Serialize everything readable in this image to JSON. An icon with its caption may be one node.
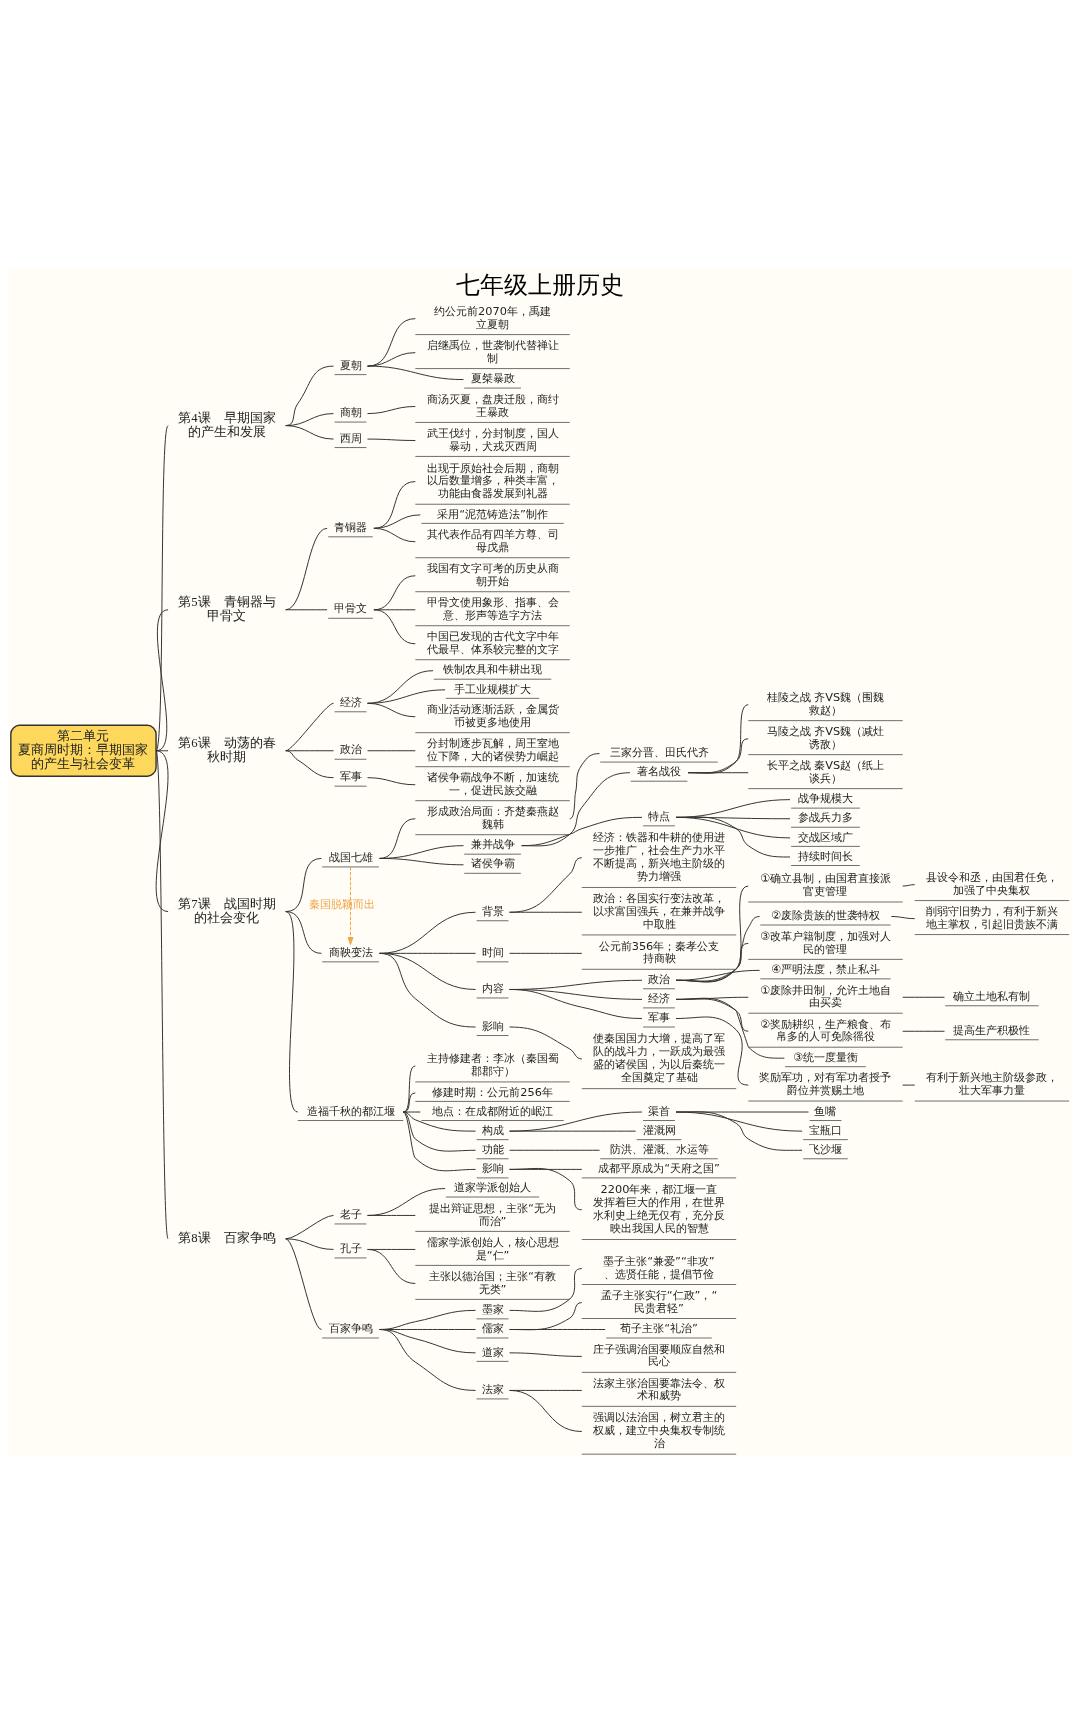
{
  "diagram": {
    "title": "七年级上册历史",
    "nodes": [
      {
        "text": [
          "第二单元",
          "夏商周时期：早期国家的产生与社会变革"
        ]
      },
      {
        "text": [
          "第4课　早期国家的产生和发展"
        ]
      },
      {
        "text": [
          "夏朝"
        ]
      },
      {
        "text": [
          "约公元前2070年，禹建立夏朝"
        ]
      },
      {
        "text": [
          "启继禹位，世袭制代替禅让制"
        ]
      },
      {
        "text": [
          "夏桀暴政"
        ]
      },
      {
        "text": [
          "商朝"
        ]
      },
      {
        "text": [
          "商汤灭夏，盘庚迁殷，商纣王暴政"
        ]
      },
      {
        "text": [
          "西周"
        ]
      },
      {
        "text": [
          "武王伐纣，分封制度，国人暴动，犬戎灭西周"
        ]
      },
      {
        "text": [
          "第5课　青铜器与甲骨文"
        ]
      },
      {
        "text": [
          "青铜器"
        ]
      },
      {
        "text": [
          "出现于原始社会后期，商朝以后数量增多，种类丰富，功能由食器发展到礼器"
        ]
      },
      {
        "text": [
          "采用“泥范铸造法”制作"
        ]
      },
      {
        "text": [
          "其代表作品有四羊方尊、司母戊鼎"
        ]
      },
      {
        "text": [
          "甲骨文"
        ]
      },
      {
        "text": [
          "我国有文字可考的历史从商朝开始"
        ]
      },
      {
        "text": [
          "甲骨文使用象形、指事、会意、形声等造字方法"
        ]
      },
      {
        "text": [
          "中国已发现的古代文字中年代最早、体系较完整的文字"
        ]
      },
      {
        "text": [
          "第6课　动荡的春秋时期"
        ]
      },
      {
        "text": [
          "经济"
        ]
      },
      {
        "text": [
          "铁制农具和牛耕出现"
        ]
      },
      {
        "text": [
          "手工业规模扩大"
        ]
      },
      {
        "text": [
          "商业活动逐渐活跃，金属货币被更多地使用"
        ]
      },
      {
        "text": [
          "政治"
        ]
      },
      {
        "text": [
          "分封制逐步瓦解，周王室地位下降，大的诸侯势力崛起"
        ]
      },
      {
        "text": [
          "军事"
        ]
      },
      {
        "text": [
          "诸侯争霸战争不断，加速统一，促进民族交融"
        ]
      },
      {
        "text": [
          "第7课　战国时期的社会变化"
        ]
      },
      {
        "text": [
          "战国七雄"
        ]
      },
      {
        "text": [
          "形成政治局面：齐楚秦燕赵魏韩"
        ]
      },
      {
        "text": [
          "三家分晋、田氏代齐"
        ]
      },
      {
        "text": [
          "兼并战争"
        ]
      },
      {
        "text": [
          "著名战役"
        ]
      },
      {
        "text": [
          "桂陵之战 齐VS魏（围魏救赵）"
        ]
      },
      {
        "text": [
          "马陵之战 齐VS魏（减灶诱敌）"
        ]
      },
      {
        "text": [
          "长平之战 秦VS赵（纸上谈兵）"
        ]
      },
      {
        "text": [
          "特点"
        ]
      },
      {
        "text": [
          "战争规模大"
        ]
      },
      {
        "text": [
          "参战兵力多"
        ]
      },
      {
        "text": [
          "交战区域广"
        ]
      },
      {
        "text": [
          "持续时间长"
        ]
      },
      {
        "text": [
          "诸侯争霸"
        ]
      },
      {
        "text": [
          "商鞅变法"
        ]
      },
      {
        "text": [
          "背景"
        ]
      },
      {
        "text": [
          "经济：铁器和牛耕的使用进一步推广，社会生产力水平不断提高，新兴地主阶级的势力增强"
        ]
      },
      {
        "text": [
          "政治：各国实行变法改革，以求富国强兵，在兼并战争中取胜"
        ]
      },
      {
        "text": [
          "时间"
        ]
      },
      {
        "text": [
          "公元前356年；秦孝公支持商鞅"
        ]
      },
      {
        "text": [
          "内容"
        ]
      },
      {
        "text": [
          "政治"
        ]
      },
      {
        "text": [
          "①确立县制，由国君直接派官吏管理"
        ]
      },
      {
        "text": [
          "县设令和丞，由国君任免，加强了中央集权"
        ]
      },
      {
        "text": [
          "②废除贵族的世袭特权"
        ]
      },
      {
        "text": [
          "削弱守旧势力，有利于新兴地主掌权，引起旧贵族不满"
        ]
      },
      {
        "text": [
          "③改革户籍制度，加强对人民的管理"
        ]
      },
      {
        "text": [
          "④严明法度，禁止私斗"
        ]
      },
      {
        "text": [
          "经济"
        ]
      },
      {
        "text": [
          "①废除井田制，允许土地自由买卖"
        ]
      },
      {
        "text": [
          "确立土地私有制"
        ]
      },
      {
        "text": [
          "②奖励耕织，生产粮食、布帛多的人可免除徭役"
        ]
      },
      {
        "text": [
          "提高生产积极性"
        ]
      },
      {
        "text": [
          "③统一度量衡"
        ]
      },
      {
        "text": [
          "军事"
        ]
      },
      {
        "text": [
          "奖励军功，对有军功者授予爵位并赏赐土地"
        ]
      },
      {
        "text": [
          "有利于新兴地主阶级参政，壮大军事力量"
        ]
      },
      {
        "text": [
          "影响"
        ]
      },
      {
        "text": [
          "使秦国国力大增，提高了军队的战斗力，一跃成为最强盛的诸侯国，为以后秦统一全国奠定了基础"
        ]
      },
      {
        "text": [
          "造福千秋的都江堰"
        ]
      },
      {
        "text": [
          "主持修建者：李冰（秦国蜀郡郡守）"
        ]
      },
      {
        "text": [
          "修建时期：公元前256年"
        ]
      },
      {
        "text": [
          "地点：在成都附近的岷江"
        ]
      },
      {
        "text": [
          "构成"
        ]
      },
      {
        "text": [
          "渠首"
        ]
      },
      {
        "text": [
          "鱼嘴"
        ]
      },
      {
        "text": [
          "宝瓶口"
        ]
      },
      {
        "text": [
          "飞沙堰"
        ]
      },
      {
        "text": [
          "灌溉网"
        ]
      },
      {
        "text": [
          "功能"
        ]
      },
      {
        "text": [
          "防洪、灌溉、水运等"
        ]
      },
      {
        "text": [
          "影响"
        ]
      },
      {
        "text": [
          "成都平原成为“天府之国”"
        ]
      },
      {
        "text": [
          "2200年来，都江堰一直发挥着巨大的作用，在世界水利史上绝无仅有，充分反映出我国人民的智慧"
        ]
      },
      {
        "text": [
          "第8课　百家争鸣"
        ]
      },
      {
        "text": [
          "老子"
        ]
      },
      {
        "text": [
          "道家学派创始人"
        ]
      },
      {
        "text": [
          "提出辩证思想，主张“无为而治”"
        ]
      },
      {
        "text": [
          "孔子"
        ]
      },
      {
        "text": [
          "儒家学派创始人，核心思想是“仁”"
        ]
      },
      {
        "text": [
          "主张以德治国；主张“有教无类”"
        ]
      },
      {
        "text": [
          "百家争鸣"
        ]
      },
      {
        "text": [
          "墨家"
        ]
      },
      {
        "text": [
          "墨子主张“兼爱”“非攻”、选贤任能，提倡节俭"
        ]
      },
      {
        "text": [
          "儒家"
        ]
      },
      {
        "text": [
          "孟子主张实行“仁政”，“民贵君轻”"
        ]
      },
      {
        "text": [
          "荀子主张“礼治”"
        ]
      },
      {
        "text": [
          "道家"
        ]
      },
      {
        "text": [
          "庄子强调治国要顺应自然和民心"
        ]
      },
      {
        "text": [
          "法家"
        ]
      },
      {
        "text": [
          "法家主张治国要靠法令、权术和威势"
        ]
      },
      {
        "text": [
          "强调以法治国，树立君主的权威，建立中央集权专制统治"
        ]
      }
    ],
    "edges": [
      {
        "from": 0,
        "to": 1,
        "arrow": "none"
      },
      {
        "from": 1,
        "to": 2,
        "arrow": "none"
      },
      {
        "from": 2,
        "to": 3,
        "arrow": "none"
      },
      {
        "from": 2,
        "to": 4,
        "arrow": "none"
      },
      {
        "from": 2,
        "to": 5,
        "arrow": "none"
      },
      {
        "from": 1,
        "to": 6,
        "arrow": "none"
      },
      {
        "from": 6,
        "to": 7,
        "arrow": "none"
      },
      {
        "from": 1,
        "to": 8,
        "arrow": "none"
      },
      {
        "from": 8,
        "to": 9,
        "arrow": "none"
      },
      {
        "from": 0,
        "to": 10,
        "arrow": "none"
      },
      {
        "from": 10,
        "to": 11,
        "arrow": "none"
      },
      {
        "from": 11,
        "to": 12,
        "arrow": "none"
      },
      {
        "from": 11,
        "to": 13,
        "arrow": "none"
      },
      {
        "from": 11,
        "to": 14,
        "arrow": "none"
      },
      {
        "from": 10,
        "to": 15,
        "arrow": "none"
      },
      {
        "from": 15,
        "to": 16,
        "arrow": "none"
      },
      {
        "from": 15,
        "to": 17,
        "arrow": "none"
      },
      {
        "from": 15,
        "to": 18,
        "arrow": "none"
      },
      {
        "from": 0,
        "to": 19,
        "arrow": "none"
      },
      {
        "from": 19,
        "to": 20,
        "arrow": "none"
      },
      {
        "from": 20,
        "to": 21,
        "arrow": "none"
      },
      {
        "from": 20,
        "to": 22,
        "arrow": "none"
      },
      {
        "from": 20,
        "to": 23,
        "arrow": "none"
      },
      {
        "from": 19,
        "to": 24,
        "arrow": "none"
      },
      {
        "from": 24,
        "to": 25,
        "arrow": "none"
      },
      {
        "from": 19,
        "to": 26,
        "arrow": "none"
      },
      {
        "from": 26,
        "to": 27,
        "arrow": "none"
      },
      {
        "from": 0,
        "to": 28,
        "arrow": "none"
      },
      {
        "from": 28,
        "to": 29,
        "arrow": "none"
      },
      {
        "from": 29,
        "to": 30,
        "arrow": "none"
      },
      {
        "from": 30,
        "to": 31,
        "arrow": "none"
      },
      {
        "from": 29,
        "to": 32,
        "arrow": "none"
      },
      {
        "from": 32,
        "to": 33,
        "arrow": "none"
      },
      {
        "from": 33,
        "to": 34,
        "arrow": "none"
      },
      {
        "from": 33,
        "to": 35,
        "arrow": "none"
      },
      {
        "from": 33,
        "to": 36,
        "arrow": "none"
      },
      {
        "from": 32,
        "to": 37,
        "arrow": "none"
      },
      {
        "from": 37,
        "to": 38,
        "arrow": "none"
      },
      {
        "from": 37,
        "to": 39,
        "arrow": "none"
      },
      {
        "from": 37,
        "to": 40,
        "arrow": "none"
      },
      {
        "from": 37,
        "to": 41,
        "arrow": "none"
      },
      {
        "from": 29,
        "to": 42,
        "arrow": "none"
      },
      {
        "from": 28,
        "to": 43,
        "arrow": "none"
      },
      {
        "from": 43,
        "to": 44,
        "arrow": "none"
      },
      {
        "from": 44,
        "to": 45,
        "arrow": "none"
      },
      {
        "from": 44,
        "to": 46,
        "arrow": "none"
      },
      {
        "from": 43,
        "to": 47,
        "arrow": "none"
      },
      {
        "from": 47,
        "to": 48,
        "arrow": "none"
      },
      {
        "from": 43,
        "to": 49,
        "arrow": "none"
      },
      {
        "from": 49,
        "to": 50,
        "arrow": "none"
      },
      {
        "from": 50,
        "to": 51,
        "arrow": "none"
      },
      {
        "from": 51,
        "to": 52,
        "arrow": "none"
      },
      {
        "from": 50,
        "to": 53,
        "arrow": "none"
      },
      {
        "from": 53,
        "to": 54,
        "arrow": "none"
      },
      {
        "from": 50,
        "to": 55,
        "arrow": "none"
      },
      {
        "from": 50,
        "to": 56,
        "arrow": "none"
      },
      {
        "from": 49,
        "to": 57,
        "arrow": "none"
      },
      {
        "from": 57,
        "to": 58,
        "arrow": "none"
      },
      {
        "from": 58,
        "to": 59,
        "arrow": "none"
      },
      {
        "from": 57,
        "to": 60,
        "arrow": "none"
      },
      {
        "from": 60,
        "to": 61,
        "arrow": "none"
      },
      {
        "from": 57,
        "to": 62,
        "arrow": "none"
      },
      {
        "from": 49,
        "to": 63,
        "arrow": "none"
      },
      {
        "from": 63,
        "to": 64,
        "arrow": "none"
      },
      {
        "from": 64,
        "to": 65,
        "arrow": "none"
      },
      {
        "from": 43,
        "to": 66,
        "arrow": "none"
      },
      {
        "from": 66,
        "to": 67,
        "arrow": "none"
      },
      {
        "from": 28,
        "to": 68,
        "arrow": "none"
      },
      {
        "from": 68,
        "to": 69,
        "arrow": "none"
      },
      {
        "from": 68,
        "to": 70,
        "arrow": "none"
      },
      {
        "from": 68,
        "to": 71,
        "arrow": "none"
      },
      {
        "from": 68,
        "to": 72,
        "arrow": "none"
      },
      {
        "from": 72,
        "to": 73,
        "arrow": "none"
      },
      {
        "from": 73,
        "to": 74,
        "arrow": "none"
      },
      {
        "from": 73,
        "to": 75,
        "arrow": "none"
      },
      {
        "from": 73,
        "to": 76,
        "arrow": "none"
      },
      {
        "from": 72,
        "to": 77,
        "arrow": "none"
      },
      {
        "from": 68,
        "to": 78,
        "arrow": "none"
      },
      {
        "from": 78,
        "to": 79,
        "arrow": "none"
      },
      {
        "from": 68,
        "to": 80,
        "arrow": "none"
      },
      {
        "from": 80,
        "to": 81,
        "arrow": "none"
      },
      {
        "from": 80,
        "to": 82,
        "arrow": "none"
      },
      {
        "from": 0,
        "to": 83,
        "arrow": "none"
      },
      {
        "from": 83,
        "to": 84,
        "arrow": "none"
      },
      {
        "from": 84,
        "to": 85,
        "arrow": "none"
      },
      {
        "from": 84,
        "to": 86,
        "arrow": "none"
      },
      {
        "from": 83,
        "to": 87,
        "arrow": "none"
      },
      {
        "from": 87,
        "to": 88,
        "arrow": "none"
      },
      {
        "from": 87,
        "to": 89,
        "arrow": "none"
      },
      {
        "from": 83,
        "to": 90,
        "arrow": "none"
      },
      {
        "from": 90,
        "to": 91,
        "arrow": "none"
      },
      {
        "from": 91,
        "to": 92,
        "arrow": "none"
      },
      {
        "from": 90,
        "to": 93,
        "arrow": "none"
      },
      {
        "from": 93,
        "to": 94,
        "arrow": "none"
      },
      {
        "from": 93,
        "to": 95,
        "arrow": "none"
      },
      {
        "from": 90,
        "to": 96,
        "arrow": "none"
      },
      {
        "from": 96,
        "to": 97,
        "arrow": "none"
      },
      {
        "from": 90,
        "to": 98,
        "arrow": "none"
      },
      {
        "from": 98,
        "to": 99,
        "arrow": "none"
      },
      {
        "from": 98,
        "to": 100,
        "arrow": "none"
      },
      {
        "from": 29,
        "to": 43,
        "arrow": "to",
        "style": "dashed",
        "color": "#f0a64a",
        "label": "秦国脱颖而出"
      }
    ]
  }
}
